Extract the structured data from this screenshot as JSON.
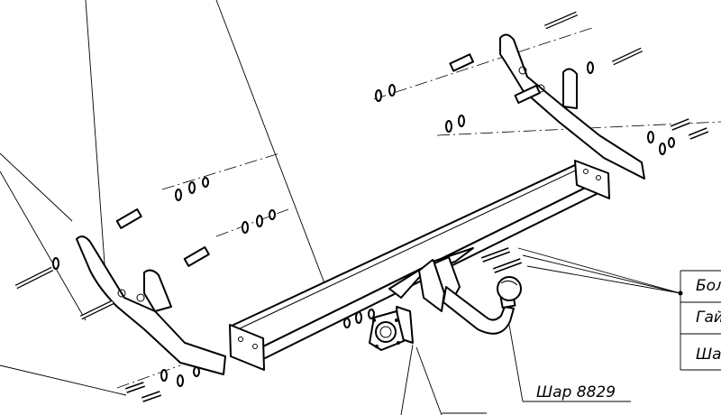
{
  "callouts": {
    "bolt": "Бол",
    "nut": "Гай",
    "washer": "Шай",
    "ball": "Шар 8829"
  }
}
